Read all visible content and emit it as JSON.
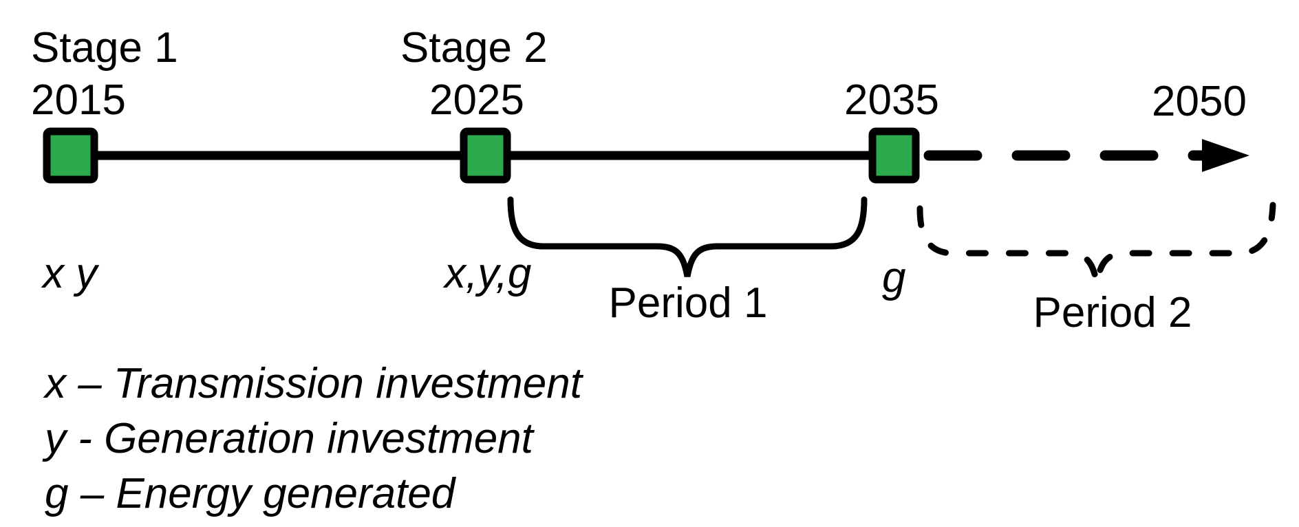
{
  "figure": {
    "colors": {
      "node_fill": "#2daa4d",
      "line_color": "#000000",
      "background": "#ffffff"
    },
    "nodes": [
      {
        "stage_label": "Stage 1",
        "year": "2015",
        "variables": "x y"
      },
      {
        "stage_label": "Stage 2",
        "year": "2025",
        "variables": "x,y,g"
      },
      {
        "stage_label": "",
        "year": "2035",
        "variables": "g"
      },
      {
        "stage_label": "",
        "year": "2050",
        "variables": ""
      }
    ],
    "periods": [
      {
        "label": "Period 1",
        "line_style": "solid"
      },
      {
        "label": "Period 2",
        "line_style": "dashed"
      }
    ],
    "legend": [
      "x – Transmission investment",
      "y - Generation investment",
      "g – Energy generated"
    ]
  }
}
